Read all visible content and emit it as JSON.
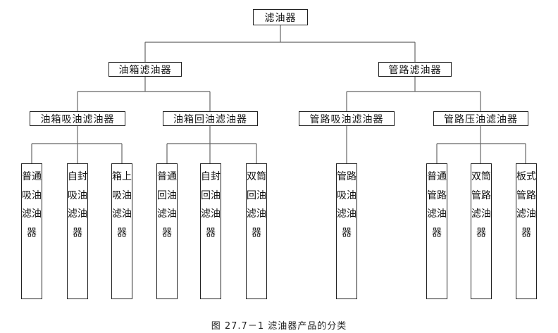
{
  "root": "滤油器",
  "level1": [
    "油箱滤油器",
    "管路滤油器"
  ],
  "level2": [
    "油箱吸油滤油器",
    "油箱回油滤油器",
    "管路吸油滤油器",
    "管路压油滤油器"
  ],
  "leaves": [
    "普通吸油滤油器",
    "自封吸油滤油器",
    "箱上吸油滤油器",
    "普通回油滤油器",
    "自封回油滤油器",
    "双筒回油滤油器",
    "管路吸油滤油器",
    "普通管路滤油器",
    "双筒管路滤油器",
    "板式管路滤油器"
  ],
  "caption": "图 27.7－1    滤油器产品的分类"
}
